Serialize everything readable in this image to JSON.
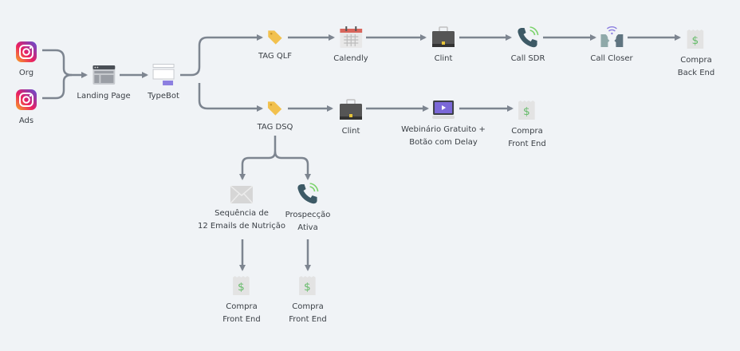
{
  "diagram": {
    "colors": {
      "wire": "#7d8590",
      "background": "#f0f3f6",
      "tag": "#f2c14e",
      "dollar": "#66bb6a",
      "webinar": "#7b68d8"
    },
    "nodes": {
      "org": {
        "label": "Org",
        "icon": "instagram-icon"
      },
      "ads": {
        "label": "Ads",
        "icon": "instagram-icon"
      },
      "landing": {
        "label": "Landing Page",
        "icon": "browser-window-icon"
      },
      "typebot": {
        "label": "TypeBot",
        "icon": "form-icon"
      },
      "tag_qlf": {
        "label": "TAG QLF",
        "icon": "tag-icon"
      },
      "calendly": {
        "label": "Calendly",
        "icon": "calendar-icon"
      },
      "clint1": {
        "label": "Clint",
        "icon": "briefcase-icon"
      },
      "call_sdr": {
        "label": "Call SDR",
        "icon": "phone-icon"
      },
      "call_closer": {
        "label": "Call Closer",
        "icon": "conversation-icon"
      },
      "compra_be": {
        "label1": "Compra",
        "label2": "Back End",
        "icon": "receipt-dollar-icon"
      },
      "tag_dsq": {
        "label": "TAG DSQ",
        "icon": "tag-icon"
      },
      "clint2": {
        "label": "Clint",
        "icon": "briefcase-icon"
      },
      "webinar": {
        "label1": "Webinário Gratuito +",
        "label2": "Botão com Delay",
        "icon": "video-monitor-icon"
      },
      "compra_fe1": {
        "label1": "Compra",
        "label2": "Front End",
        "icon": "receipt-dollar-icon"
      },
      "emails": {
        "label1": "Sequência de",
        "label2": "12 Emails de Nutrição",
        "icon": "envelope-icon"
      },
      "prospeccao": {
        "label1": "Prospecção",
        "label2": "Ativa",
        "icon": "phone-icon"
      },
      "compra_fe2": {
        "label1": "Compra",
        "label2": "Front End",
        "icon": "receipt-dollar-icon"
      },
      "compra_fe3": {
        "label1": "Compra",
        "label2": "Front End",
        "icon": "receipt-dollar-icon"
      }
    }
  }
}
